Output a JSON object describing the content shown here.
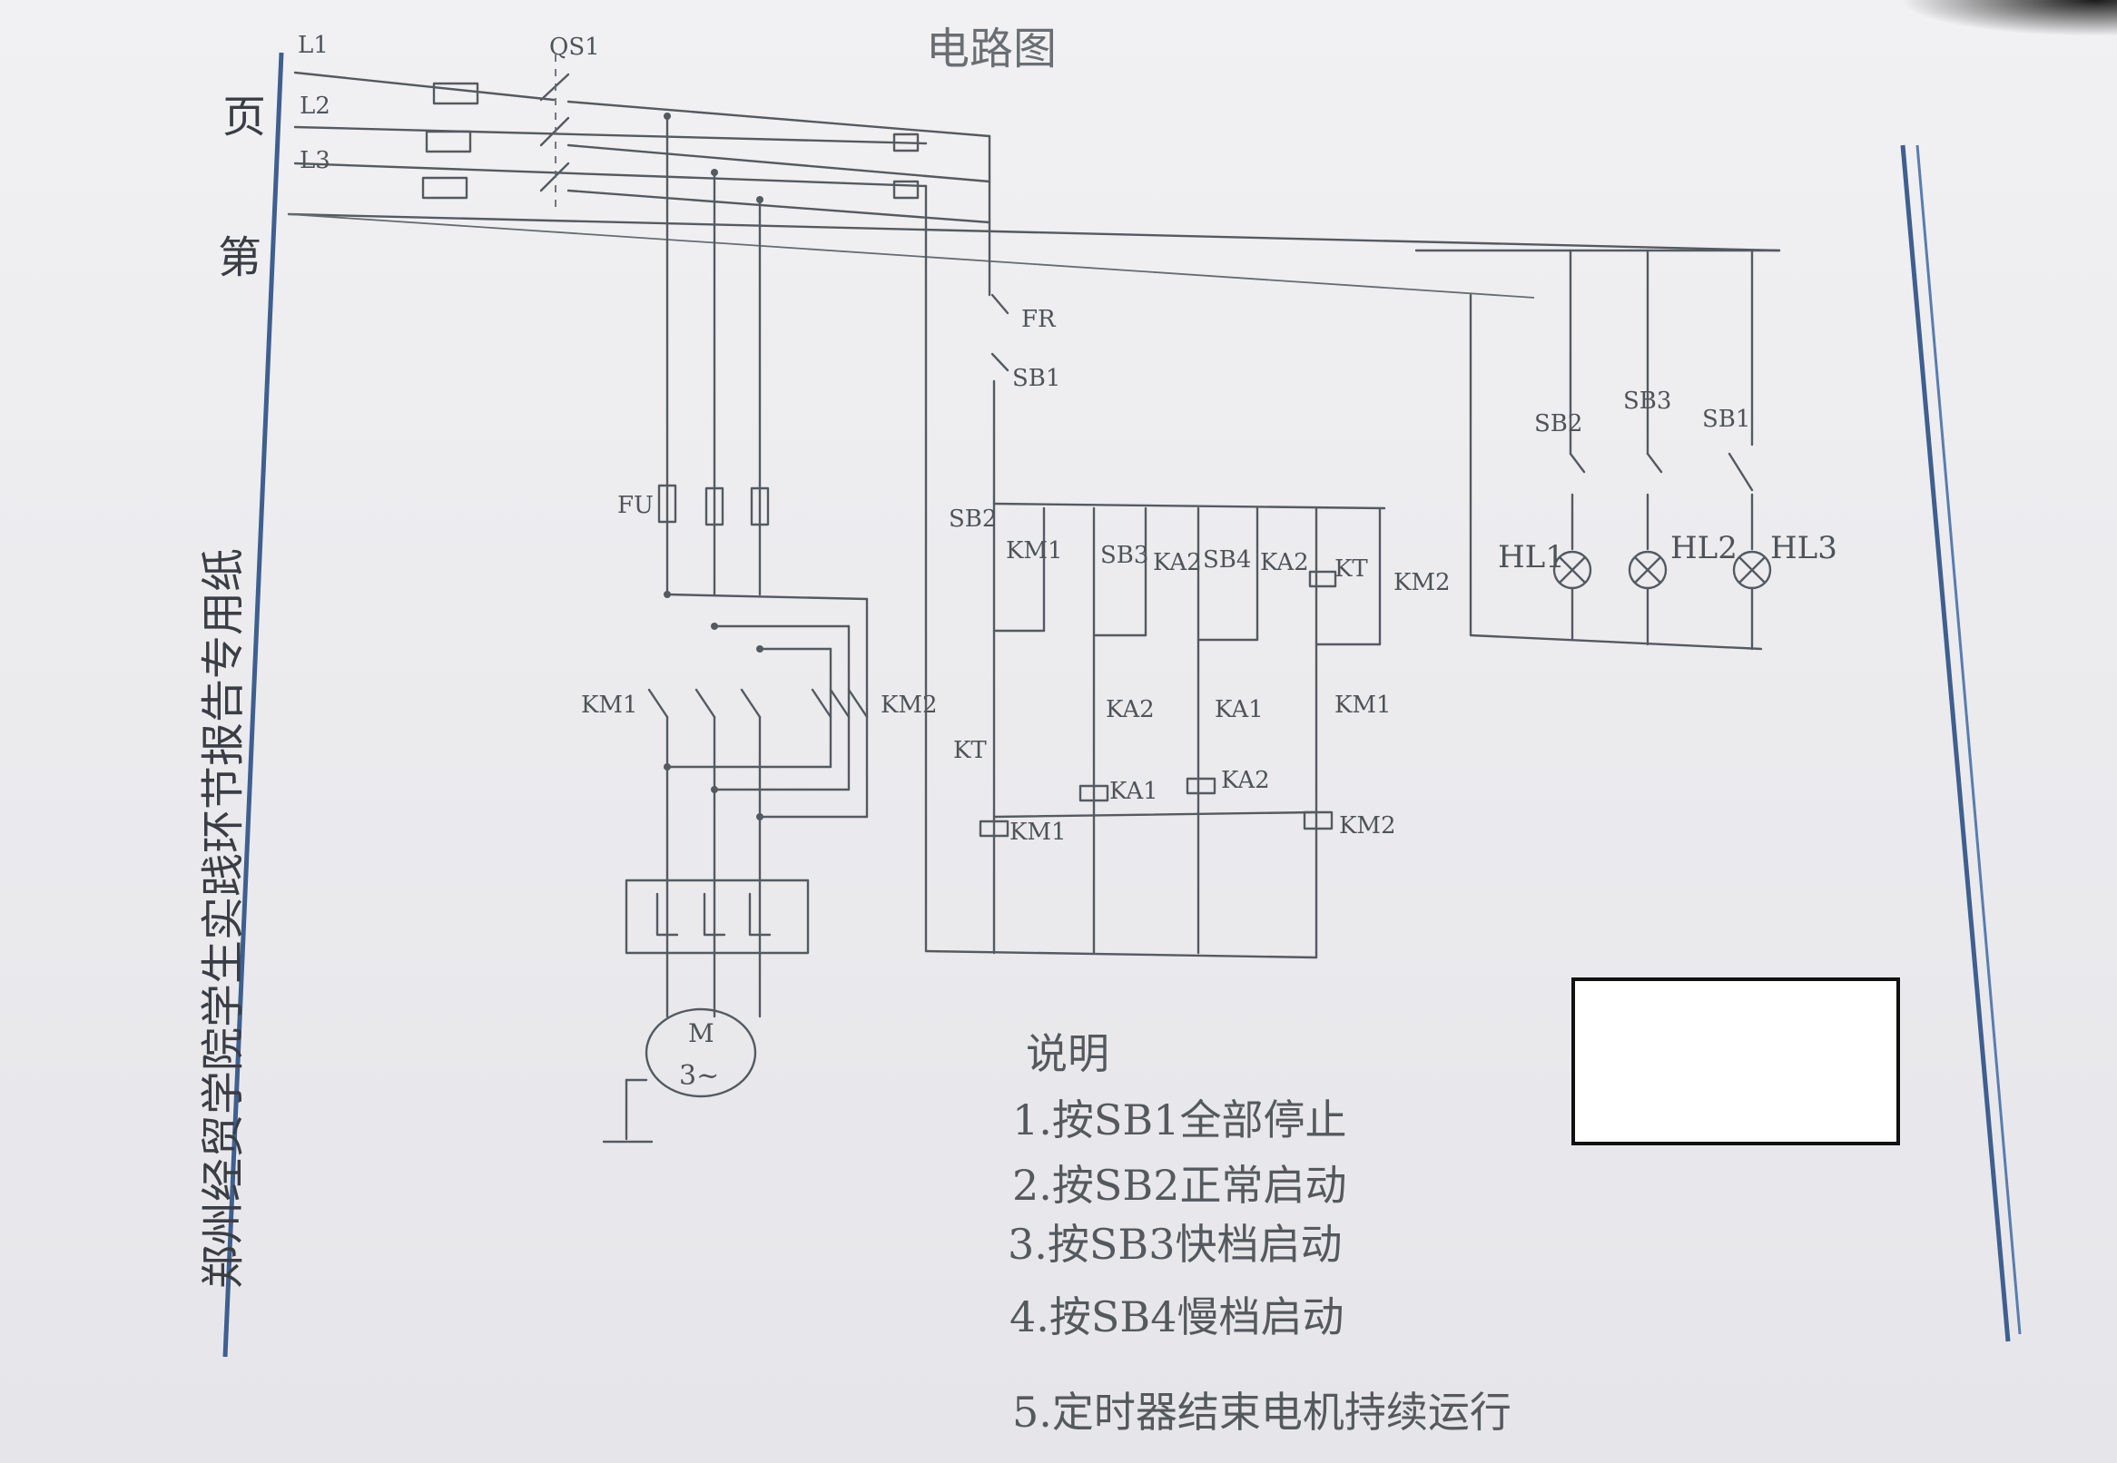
{
  "title": "电路图",
  "margin_text": "郑州经贸学院学生实践环节报告专用纸",
  "page_marker_top": "页",
  "page_marker_bottom": "第",
  "labels": {
    "l1": "L1",
    "l2": "L2",
    "l3": "L3",
    "qs": "QS1",
    "fu": "FU",
    "fr": "FR",
    "sb1": "SB1",
    "sb2": "SB2",
    "sb3": "SB3",
    "sb4": "SB4",
    "km1": "KM1",
    "km2": "KM2",
    "ka1": "KA1",
    "ka2": "KA2",
    "kt": "KT",
    "motor_m": "M",
    "motor_phase": "3~",
    "hl1": "HL1",
    "hl2": "HL2",
    "hl3": "HL3"
  },
  "notes": {
    "heading": "说明",
    "items": [
      "1.按SB1全部停止",
      "2.按SB2正常启动",
      "3.按SB3快档启动",
      "4.按SB4慢档启动",
      "5.定时器结束电机持续运行"
    ]
  },
  "colors": {
    "paper": "#ececef",
    "pencil": "#555a60",
    "margin_line": "#3f5f8f"
  }
}
